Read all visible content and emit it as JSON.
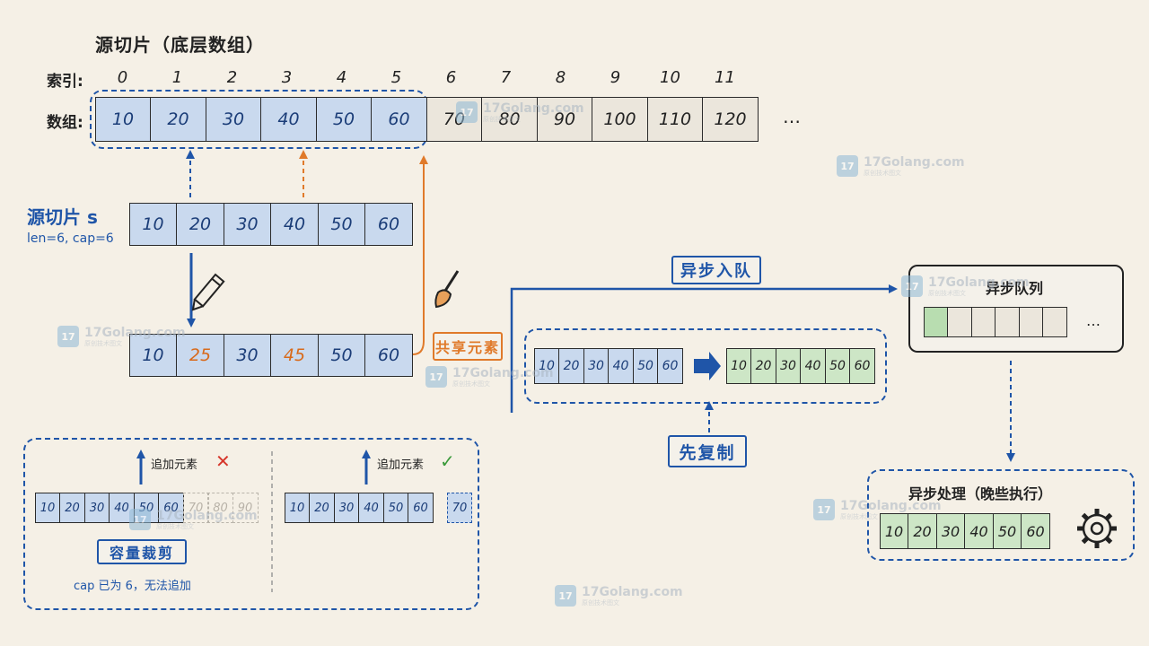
{
  "title": "源切片（底层数组）",
  "index_label": "索引:",
  "array_label": "数组:",
  "indices": [
    "0",
    "1",
    "2",
    "3",
    "4",
    "5",
    "6",
    "7",
    "8",
    "9",
    "10",
    "11"
  ],
  "array_values": [
    "10",
    "20",
    "30",
    "40",
    "50",
    "60",
    "70",
    "80",
    "90",
    "100",
    "110",
    "120"
  ],
  "array_more": "…",
  "slice_label": "源切片 s",
  "slice_info": "len=6, cap=6",
  "slice_values": [
    "10",
    "20",
    "30",
    "40",
    "50",
    "60"
  ],
  "modified_values": [
    "10",
    "25",
    "30",
    "45",
    "50",
    "60"
  ],
  "shared_tag": "共享元素",
  "enqueue_tag": "异步入队",
  "queue_title": "异步队列",
  "queue_more": "…",
  "copy_values": [
    "10",
    "20",
    "30",
    "40",
    "50",
    "60"
  ],
  "copy_tag": "先复制",
  "process_title": "异步处理（晚些执行）",
  "process_values": [
    "10",
    "20",
    "30",
    "40",
    "50",
    "60"
  ],
  "append_left_label": "追加元素",
  "append_left_values": [
    "10",
    "20",
    "30",
    "40",
    "50",
    "60"
  ],
  "append_left_faded": [
    "70",
    "80",
    "90"
  ],
  "cap_trim_tag": "容量裁剪",
  "cap_note": "cap 已为 6，无法追加",
  "append_right_label": "追加元素",
  "append_right_values": [
    "10",
    "20",
    "30",
    "40",
    "50",
    "60"
  ],
  "append_right_extra": "70",
  "cross_mark": "✕",
  "check_mark": "✓",
  "watermark_site": "17Golang.com",
  "watermark_sub": "原创技术图文",
  "colors": {
    "blue": "#1f55a8",
    "orange": "#e07a2a",
    "red": "#d6362b",
    "green": "#3a9a3a"
  }
}
